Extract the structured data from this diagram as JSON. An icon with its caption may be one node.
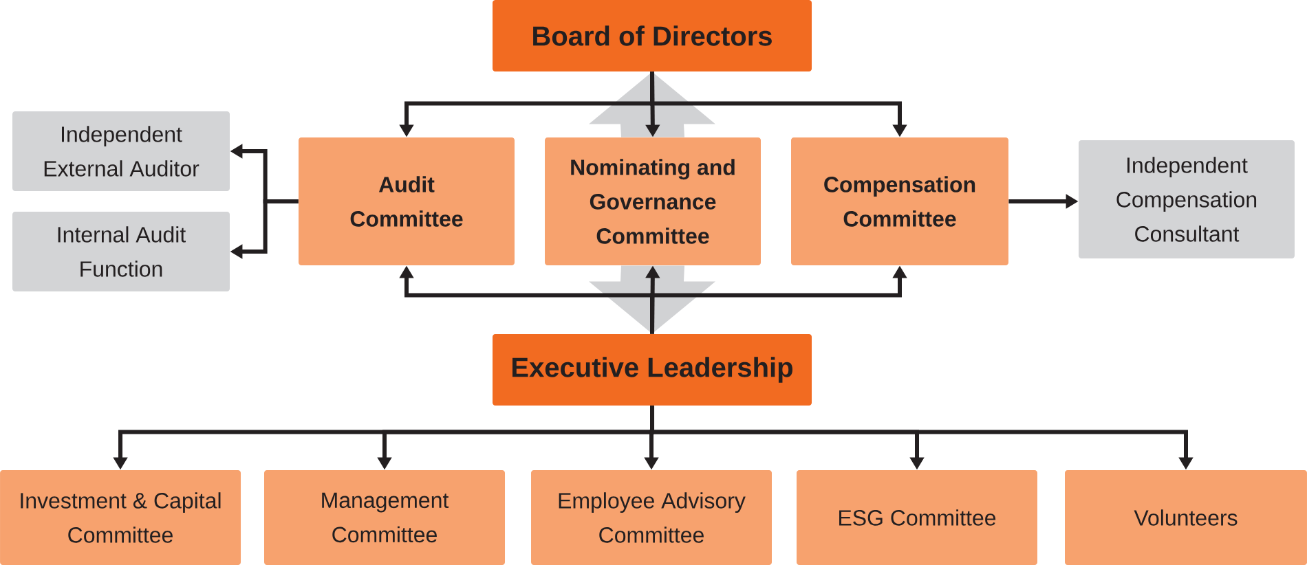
{
  "diagram": {
    "nodes": [
      {
        "text": [
          "Board of Directors"
        ]
      },
      {
        "text": [
          "Independent External Auditor"
        ]
      },
      {
        "text": [
          "Internal Audit Function"
        ]
      },
      {
        "text": [
          "Audit Committee"
        ]
      },
      {
        "text": [
          "Nominating and Governance Committee"
        ]
      },
      {
        "text": [
          "Compensation Committee"
        ]
      },
      {
        "text": [
          "Independent Compensation Consultant"
        ]
      },
      {
        "text": [
          "Executive Leadership"
        ]
      },
      {
        "text": [
          "Investment & Capital Committee"
        ]
      },
      {
        "text": [
          "Management Committee"
        ]
      },
      {
        "text": [
          "Employee Advisory Committee"
        ]
      },
      {
        "text": [
          "ESG Committee"
        ]
      },
      {
        "text": [
          "Volunteers"
        ]
      }
    ],
    "edges": [
      {
        "from": 4,
        "to": 0,
        "arrow": "to",
        "style": "thick",
        "color": "#d1d2d4"
      },
      {
        "from": 4,
        "to": 7,
        "arrow": "to",
        "style": "thick",
        "color": "#d1d2d4"
      },
      {
        "from": 0,
        "to": 3,
        "arrow": "to"
      },
      {
        "from": 0,
        "to": 4,
        "arrow": "to"
      },
      {
        "from": 0,
        "to": 5,
        "arrow": "to"
      },
      {
        "from": 7,
        "to": 3,
        "arrow": "to"
      },
      {
        "from": 7,
        "to": 4,
        "arrow": "to"
      },
      {
        "from": 7,
        "to": 5,
        "arrow": "to"
      },
      {
        "from": 3,
        "to": 1,
        "arrow": "to"
      },
      {
        "from": 3,
        "to": 2,
        "arrow": "to"
      },
      {
        "from": 5,
        "to": 6,
        "arrow": "to"
      },
      {
        "from": 7,
        "to": 8,
        "arrow": "to"
      },
      {
        "from": 7,
        "to": 9,
        "arrow": "to"
      },
      {
        "from": 7,
        "to": 10,
        "arrow": "to"
      },
      {
        "from": 7,
        "to": 11,
        "arrow": "to"
      },
      {
        "from": 7,
        "to": 12,
        "arrow": "to"
      }
    ]
  }
}
